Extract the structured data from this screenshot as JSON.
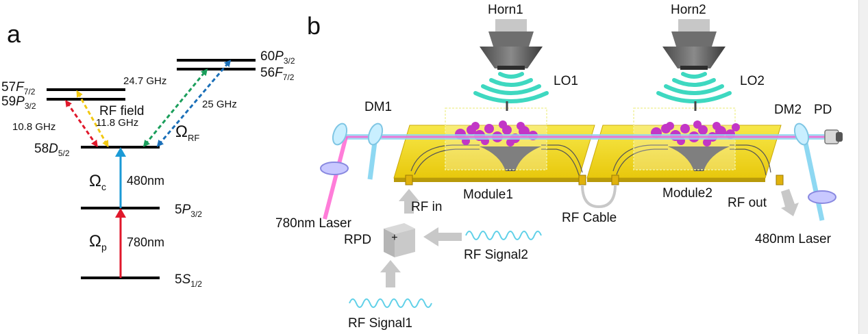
{
  "panels": {
    "a": "a",
    "b": "b"
  },
  "energy_levels": {
    "s12": {
      "main": "5",
      "italic": "S",
      "sub": "1/2"
    },
    "p32": {
      "main": "5",
      "italic": "P",
      "sub": "3/2"
    },
    "d52": {
      "main": "58",
      "italic": "D",
      "sub": "5/2"
    },
    "f57": {
      "main": "57",
      "italic": "F",
      "sub": "7/2"
    },
    "p59": {
      "main": "59",
      "italic": "P",
      "sub": "3/2"
    },
    "p60": {
      "main": "60",
      "italic": "P",
      "sub": "3/2"
    },
    "f56": {
      "main": "56",
      "italic": "F",
      "sub": "7/2"
    }
  },
  "transitions": {
    "probe_symbol": "Ω",
    "probe_sub": "p",
    "probe_wavelength": "780nm",
    "coupling_symbol": "Ω",
    "coupling_sub": "c",
    "coupling_wavelength": "480nm",
    "rf_field": "RF field",
    "freq_red": "10.8 GHz",
    "freq_yellow": "11.8 GHz",
    "freq_green": "24.7 GHz",
    "freq_blue": "25 GHz",
    "rf_symbol": "Ω",
    "rf_sub": "RF"
  },
  "setup_labels": {
    "horn1": "Horn1",
    "horn2": "Horn2",
    "lo1": "LO1",
    "lo2": "LO2",
    "dm1": "DM1",
    "dm2": "DM2",
    "pd": "PD",
    "module1": "Module1",
    "module2": "Module2",
    "rf_cable": "RF Cable",
    "rf_in": "RF in",
    "rf_out": "RF out",
    "laser_780": "780nm Laser",
    "laser_480": "480nm  Laser",
    "rpd": "RPD",
    "rpd_symbol": "+",
    "rf_signal1": "RF Signal1",
    "rf_signal2": "RF Signal2"
  },
  "colors": {
    "probe": "#e0182b",
    "coupling": "#1a9ad6",
    "rf_red": "#e0182b",
    "rf_yellow": "#f2c811",
    "rf_green": "#1a9e5b",
    "rf_blue": "#1a6fb8",
    "wave": "#3ed8c0",
    "signal": "#5fd0e8",
    "beam780": "#ff5ccf",
    "beam480": "#8ed8f2",
    "module": "#f3e21a",
    "atom": "#c236c6"
  }
}
